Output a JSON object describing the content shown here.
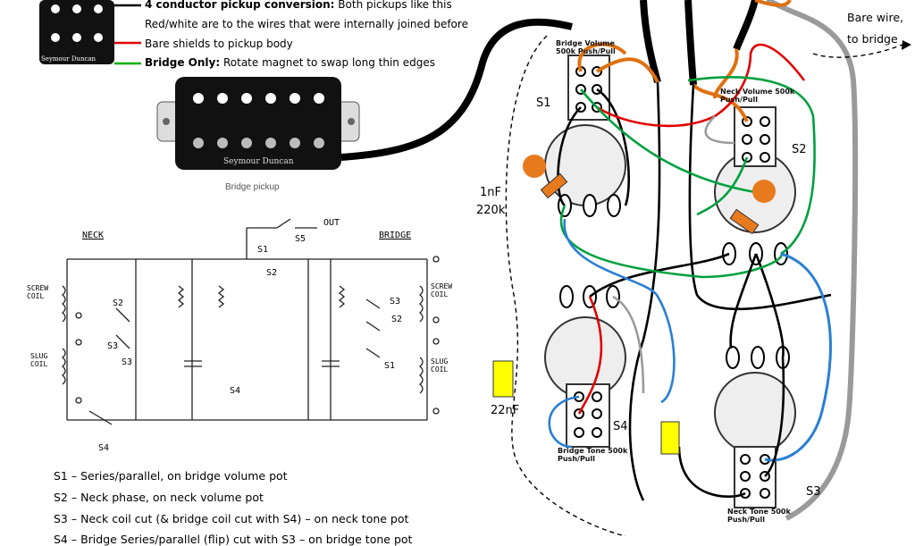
{
  "legend": {
    "line1_bold": "4 conductor pickup conversion:",
    "line1_rest": " Both pickups like this",
    "line2": "Red/white are to the wires that were internally joined before",
    "line3": "Bare shields to pickup body",
    "line4_bold": "Bridge Only:",
    "line4_rest": " Rotate magnet to swap long thin edges",
    "swatch_colors": [
      "#000000",
      "#e00000",
      "#00b000"
    ]
  },
  "pickup": {
    "brand_small": "Seymour Duncan",
    "brand": "Seymour Duncan",
    "caption": "Bridge pickup"
  },
  "bare_wire_note": {
    "line1": "Bare wire,",
    "line2": "to bridge"
  },
  "schematic": {
    "neck_label": "NECK",
    "bridge_label": "BRIDGE",
    "out_label": "OUT",
    "screw_coil": "SCREW COIL",
    "slug_coil": "SLUG COIL",
    "screw_coil_r": "SCREW COIL",
    "slug_coil_r": "SLUG COIL",
    "switches": [
      "S5",
      "S1",
      "S2",
      "S3",
      "S4",
      "S4",
      "S3",
      "S2",
      "S1",
      "S2",
      "S3"
    ]
  },
  "components": {
    "cap_1nf": "1nF",
    "res_220k": "220k",
    "cap_22nf": "22nF",
    "s1": "S1",
    "s2": "S2",
    "s3": "S3",
    "s4": "S4",
    "bridge_volume": "Bridge Volume 500k Push/Pull",
    "neck_volume": "Neck Volume 500k Push/Pull",
    "bridge_tone": "Bridge Tone 500k Push/Pull",
    "neck_tone": "Neck Tone 500k Push/Pull"
  },
  "notes": [
    "S1 – Series/parallel, on bridge volume pot",
    "S2 – Neck phase, on neck volume pot",
    "S3 – Neck coil cut (& bridge coil cut with S4) – on neck tone pot",
    "S4 – Bridge Series/parallel (flip) cut with S3 – on bridge tone pot"
  ],
  "colors": {
    "wire_black": "#000000",
    "wire_red": "#e00000",
    "wire_green": "#00a040",
    "wire_blue": "#2a7fd4",
    "wire_orange": "#e07010",
    "wire_grey": "#9a9a9a",
    "cap_yellow": "#ffff00",
    "cap_orange": "#e87a1e"
  }
}
